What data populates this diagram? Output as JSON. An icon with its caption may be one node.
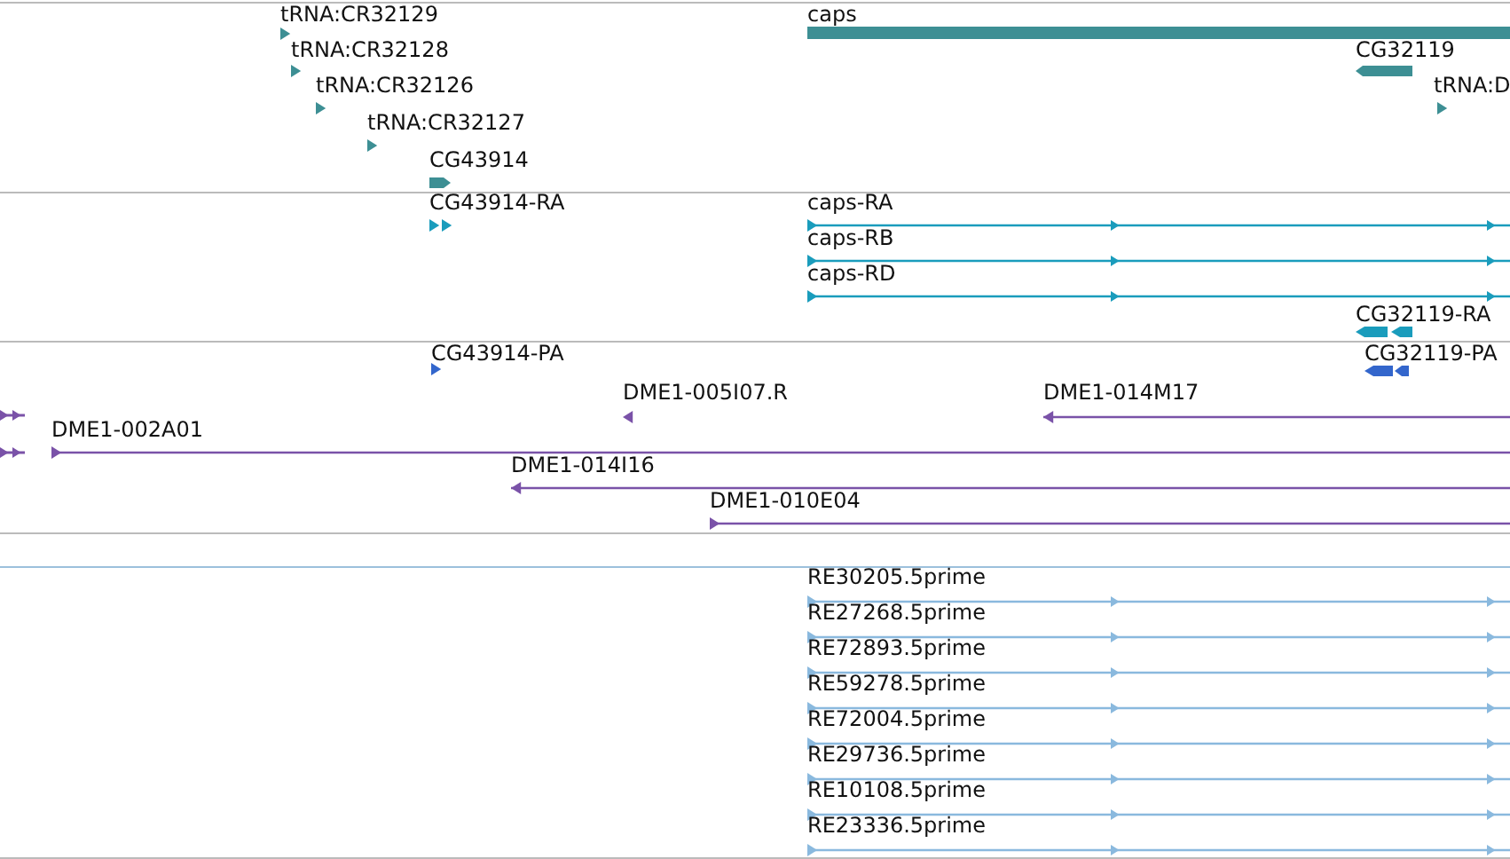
{
  "diagram": {
    "labels": [
      "tRNA:CR32129",
      "caps",
      "tRNA:CR32128",
      "CG32119",
      "tRNA:CR32126",
      "tRNA:D",
      "tRNA:CR32127",
      "CG43914",
      "CG43914-RA",
      "caps-RA",
      "caps-RB",
      "caps-RD",
      "CG32119-RA",
      "CG43914-PA",
      "CG32119-PA",
      "DME1-005I07.R",
      "DME1-014M17",
      "DME1-002A01",
      "DME1-014I16",
      "DME1-010E04",
      "RE30205.5prime",
      "RE27268.5prime",
      "RE72893.5prime",
      "RE59278.5prime",
      "RE72004.5prime",
      "RE29736.5prime",
      "RE10108.5prime",
      "RE23336.5prime"
    ]
  }
}
